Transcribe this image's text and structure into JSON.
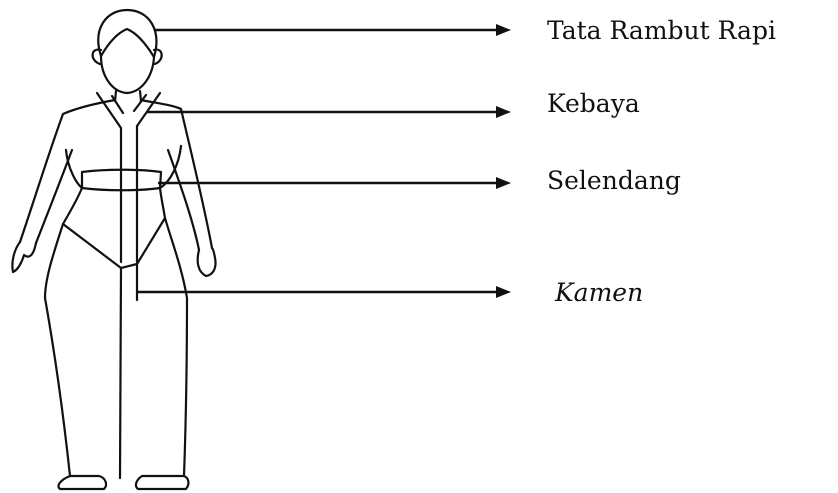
{
  "labels": {
    "hair": "Tata Rambut Rapi",
    "kebaya": "Kebaya",
    "selendang": "Selendang",
    "kamen": "Kamen"
  },
  "colors": {
    "ink": "#111111",
    "background": "#ffffff"
  }
}
